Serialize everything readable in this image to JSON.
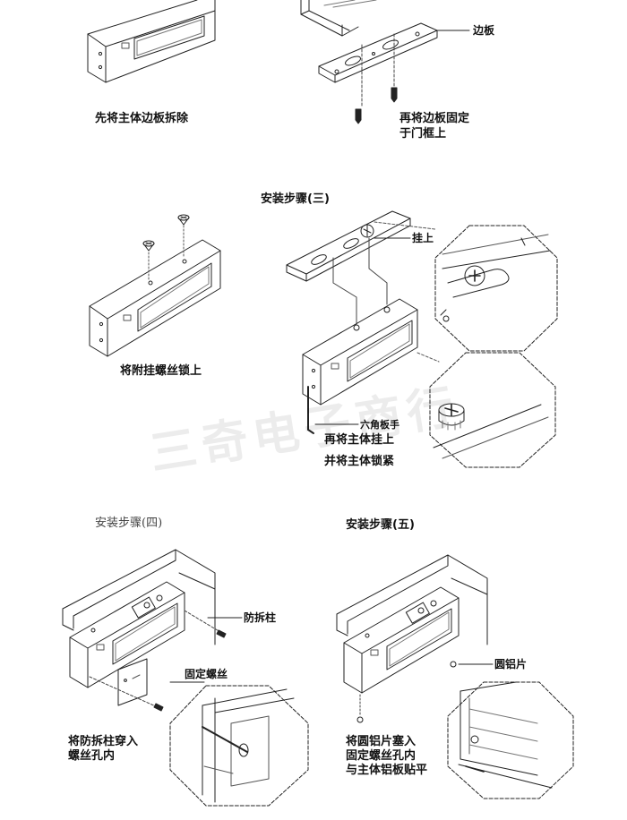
{
  "step_titles": {
    "step3": "安装步骤(三)",
    "step4": "安装步骤(四)",
    "step5": "安装步骤(五)"
  },
  "labels": {
    "side_plate": "边板",
    "hang_on": "挂上",
    "hex_wrench": "六角板手",
    "anti_tamper_post": "防拆柱",
    "fixing_screw": "固定螺丝",
    "round_aluminum_piece": "圆铝片"
  },
  "captions": {
    "remove_side_plate": "先将主体边板拆除",
    "fix_side_plate_line1": "再将边板固定",
    "fix_side_plate_line2": "于门框上",
    "lock_hanging_screw": "将附挂螺丝锁上",
    "hang_body": "再将主体挂上",
    "lock_body": "并将主体锁紧",
    "insert_post_line1": "将防拆柱穿入",
    "insert_post_line2": "螺丝孔内",
    "insert_piece_line1": "将圆铝片塞入",
    "insert_piece_line2": "固定螺丝孔内",
    "insert_piece_line3": "与主体铝板贴平"
  },
  "watermark": "三奇电子商行",
  "colors": {
    "line": "#222222",
    "text": "#111111",
    "dash": "#555555"
  }
}
